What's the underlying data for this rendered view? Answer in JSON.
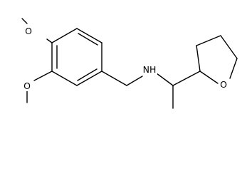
{
  "structure": {
    "atoms": {
      "methoxy_upper_oxygen": "O",
      "methoxy_lower_oxygen": "O",
      "amine": "NH",
      "ring_oxygen": "O"
    },
    "colors": {
      "bond": "#000000",
      "text": "#000000",
      "background": "#ffffff"
    }
  }
}
